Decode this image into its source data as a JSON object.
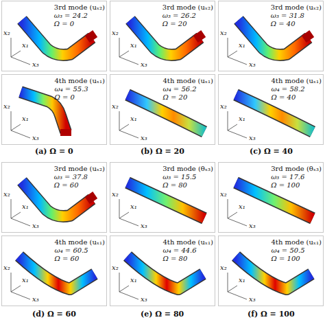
{
  "diagram": {
    "nodes": [
      {
        "text": [
          "3rd mode (uₓ₂)",
          "ω₃ = 24.2",
          "Ω = 0"
        ]
      },
      {
        "text": [
          "3rd mode (uₓ₂)",
          "ω₃ = 26.2",
          "Ω = 20"
        ]
      },
      {
        "text": [
          "3rd mode (uₓ₂)",
          "ω₃ = 31.8",
          "Ω = 40"
        ]
      },
      {
        "text": [
          "4th mode (uₓ₁)",
          "ω₄ = 55.3",
          "Ω = 0"
        ]
      },
      {
        "text": [
          "4th mode (uₓ₁)",
          "ω₄ = 56.2",
          "Ω = 20"
        ]
      },
      {
        "text": [
          "4th mode (uₓ₁)",
          "ω₄ = 58.2",
          "Ω = 40"
        ]
      },
      {
        "text": [
          "3rd mode (uₓ₂)",
          "ω₃ = 37.8",
          "Ω = 60"
        ]
      },
      {
        "text": [
          "3rd mode (θₓ₃)",
          "ω₃ = 15.5",
          "Ω = 80"
        ]
      },
      {
        "text": [
          "3rd mode (θₓ₃)",
          "ω₃ = 17.6",
          "Ω = 100"
        ]
      },
      {
        "text": [
          "4th mode (uₓ₁)",
          "ω₄ = 60.5",
          "Ω = 60"
        ]
      },
      {
        "text": [
          "4th mode (uₓ₁)",
          "ω₄ = 44.6",
          "Ω = 80"
        ]
      },
      {
        "text": [
          "4th mode (uₓ₁)",
          "ω₄ = 50.5",
          "Ω = 100"
        ]
      }
    ],
    "labels": [
      "x₂",
      "x₁",
      "x₃",
      "x₂",
      "x₁",
      "x₃",
      "x₂",
      "x₁",
      "x₃",
      "x₂",
      "x₁",
      "x₃",
      "x₂",
      "x₁",
      "x₃",
      "x₂",
      "x₁",
      "x₃",
      "x₂",
      "x₁",
      "x₃",
      "x₂",
      "x₁",
      "x₃",
      "x₂",
      "x₁",
      "x₃",
      "x₂",
      "x₁",
      "x₃",
      "x₂",
      "x₁",
      "x₃",
      "x₂",
      "x₁",
      "x₃",
      "(a) Ω = 0",
      "(b) Ω = 20",
      "(c) Ω = 40",
      "(d) Ω = 60",
      "(e) Ω = 80",
      "(f) Ω = 100"
    ]
  }
}
